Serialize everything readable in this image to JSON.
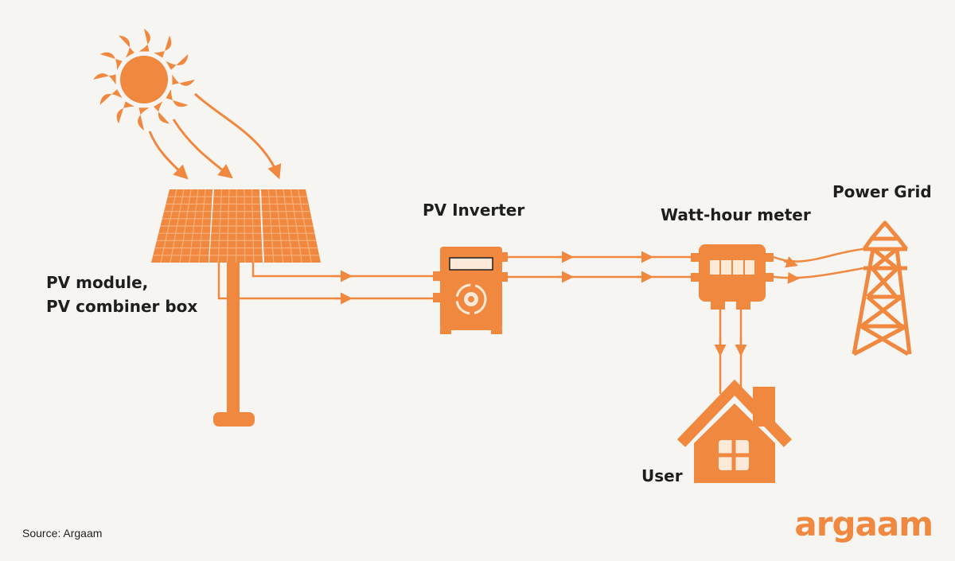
{
  "labels": {
    "pv_module_line1": "PV module,",
    "pv_module_line2": "PV combiner box",
    "pv_inverter": "PV Inverter",
    "watt_hour_meter": "Watt-hour meter",
    "power_grid": "Power Grid",
    "user": "User"
  },
  "source": "Source: Argaam",
  "logo": "argaam",
  "colors": {
    "background": "#f7f5f2",
    "accent": "#f0883f",
    "accent_dark": "#e98036",
    "panel_light": "#f6b07a",
    "text": "#1e1e1e"
  },
  "icons": [
    "sun-icon",
    "solar-panel-icon",
    "inverter-icon",
    "gear-icon",
    "meter-icon",
    "power-tower-icon",
    "house-icon"
  ]
}
